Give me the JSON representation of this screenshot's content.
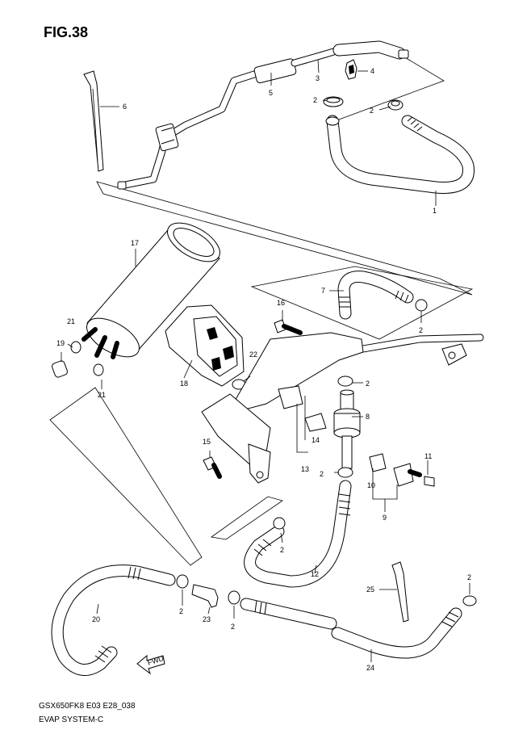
{
  "figure": {
    "title": "FIG.38",
    "model_code": "GSX650FK8 E03 E28_038",
    "system_name": "EVAP SYSTEM-C",
    "fwd_label": "FWD"
  },
  "callouts": [
    {
      "id": "c1",
      "text": "1"
    },
    {
      "id": "c2a",
      "text": "2"
    },
    {
      "id": "c2b",
      "text": "2"
    },
    {
      "id": "c2c",
      "text": "2"
    },
    {
      "id": "c2d",
      "text": "2"
    },
    {
      "id": "c2e",
      "text": "2"
    },
    {
      "id": "c2f",
      "text": "2"
    },
    {
      "id": "c2g",
      "text": "2"
    },
    {
      "id": "c2h",
      "text": "2"
    },
    {
      "id": "c2i",
      "text": "2"
    },
    {
      "id": "c3",
      "text": "3"
    },
    {
      "id": "c4",
      "text": "4"
    },
    {
      "id": "c5",
      "text": "5"
    },
    {
      "id": "c6",
      "text": "6"
    },
    {
      "id": "c7",
      "text": "7"
    },
    {
      "id": "c8",
      "text": "8"
    },
    {
      "id": "c9",
      "text": "9"
    },
    {
      "id": "c10",
      "text": "10"
    },
    {
      "id": "c11",
      "text": "11"
    },
    {
      "id": "c12",
      "text": "12"
    },
    {
      "id": "c13",
      "text": "13"
    },
    {
      "id": "c14",
      "text": "14"
    },
    {
      "id": "c15",
      "text": "15"
    },
    {
      "id": "c16",
      "text": "16"
    },
    {
      "id": "c17",
      "text": "17"
    },
    {
      "id": "c18",
      "text": "18"
    },
    {
      "id": "c19",
      "text": "19"
    },
    {
      "id": "c20",
      "text": "20"
    },
    {
      "id": "c21a",
      "text": "21"
    },
    {
      "id": "c21b",
      "text": "21"
    },
    {
      "id": "c22",
      "text": "22"
    },
    {
      "id": "c23",
      "text": "23"
    },
    {
      "id": "c24",
      "text": "24"
    },
    {
      "id": "c25",
      "text": "25"
    }
  ]
}
